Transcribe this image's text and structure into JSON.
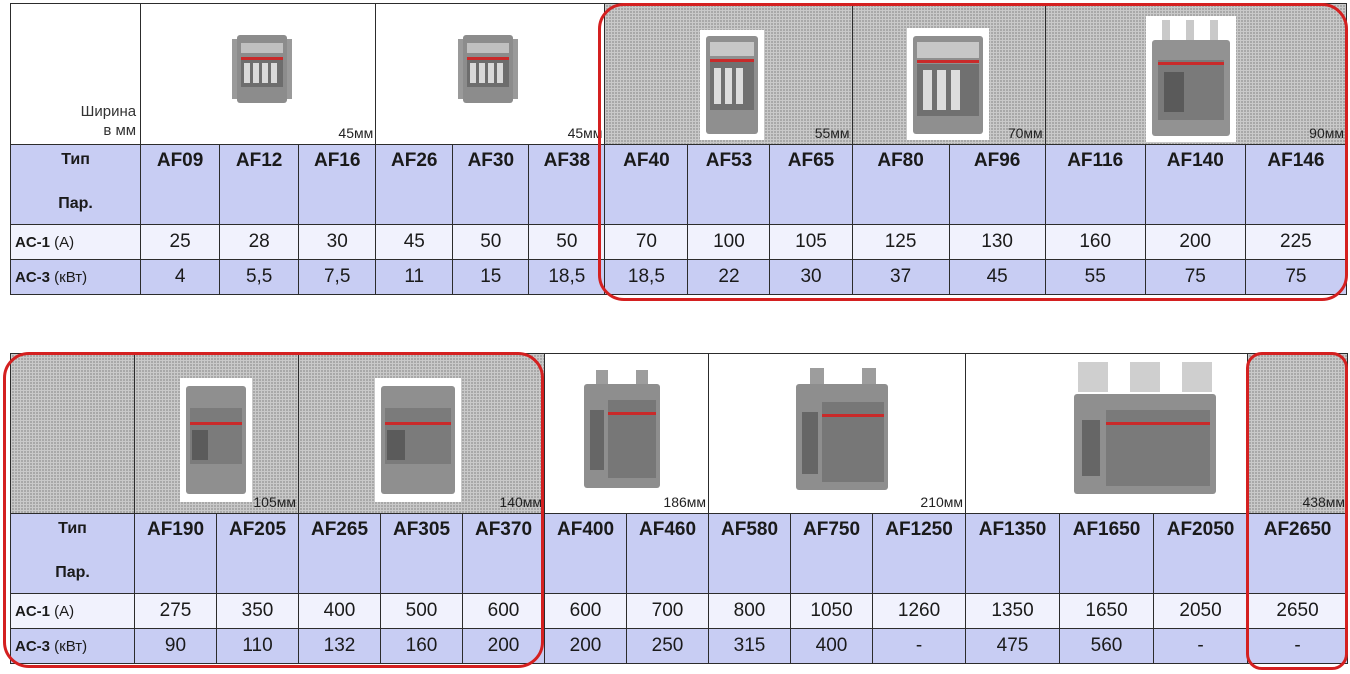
{
  "table1": {
    "width_label_line1": "Ширина",
    "width_label_line2": "в мм",
    "widths": [
      "45мм",
      "45мм",
      "55мм",
      "70мм",
      "90мм"
    ],
    "row_type_label": "Тип",
    "row_par_label": "Пар.",
    "types": [
      "AF09",
      "AF12",
      "AF16",
      "AF26",
      "AF30",
      "AF38",
      "AF40",
      "AF53",
      "AF65",
      "AF80",
      "AF96",
      "AF116",
      "AF140",
      "AF146"
    ],
    "ac1_label_bold": "AC-1",
    "ac1_label_unit": " (А)",
    "ac3_label_bold": "AC-3",
    "ac3_label_unit": " (кВт)",
    "ac1": [
      "25",
      "28",
      "30",
      "45",
      "50",
      "50",
      "70",
      "100",
      "105",
      "125",
      "130",
      "160",
      "200",
      "225"
    ],
    "ac3": [
      "4",
      "5,5",
      "7,5",
      "11",
      "15",
      "18,5",
      "18,5",
      "22",
      "30",
      "37",
      "45",
      "55",
      "75",
      "75"
    ]
  },
  "table2": {
    "widths": [
      "105мм",
      "140мм",
      "186мм",
      "210мм",
      "438мм"
    ],
    "row_type_label": "Тип",
    "row_par_label": "Пар.",
    "types": [
      "AF190",
      "AF205",
      "AF265",
      "AF305",
      "AF370",
      "AF400",
      "AF460",
      "AF580",
      "AF750",
      "AF1250",
      "AF1350",
      "AF1650",
      "AF2050",
      "AF2650"
    ],
    "ac1_label_bold": "AC-1",
    "ac1_label_unit": " (А)",
    "ac3_label_bold": "AC-3",
    "ac3_label_unit": " (кВт)",
    "ac1": [
      "275",
      "350",
      "400",
      "500",
      "600",
      "600",
      "700",
      "800",
      "1050",
      "1260",
      "1350",
      "1650",
      "2050",
      "2650"
    ],
    "ac3": [
      "90",
      "110",
      "132",
      "160",
      "200",
      "200",
      "250",
      "315",
      "400",
      "-",
      "475",
      "560",
      "-",
      "-"
    ]
  },
  "colors": {
    "header_row": "#c8cdf3",
    "ac1_row": "#f1f2fd",
    "highlight_frame": "#d42020"
  },
  "icons": [
    "contactor-image"
  ]
}
